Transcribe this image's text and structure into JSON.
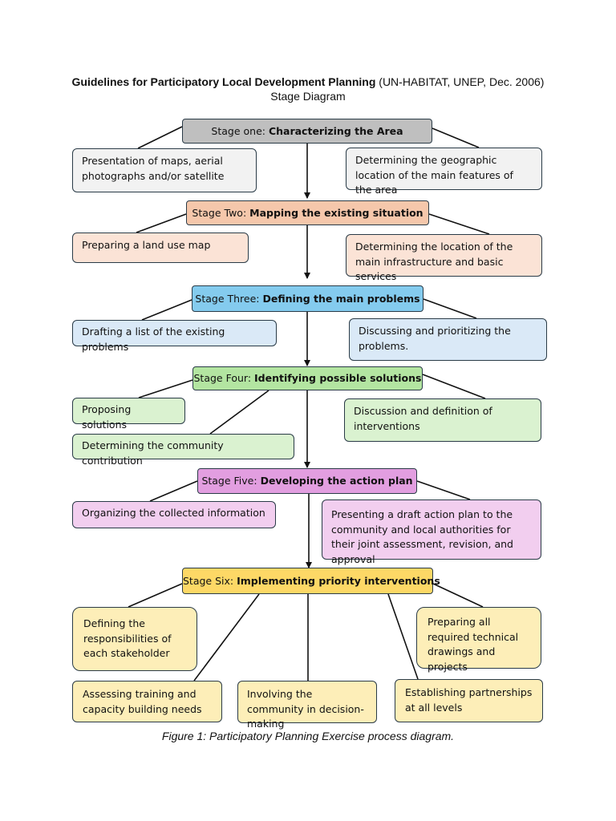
{
  "header": {
    "title_bold": "Guidelines for Participatory Local Development Planning",
    "title_rest": " (UN-HABITAT, UNEP, Dec. 2006)",
    "subtitle": "Stage Diagram"
  },
  "stages": [
    {
      "prefix": "Stage one: ",
      "name": "Characterizing the Area",
      "tasks": [
        "Presentation of maps, aerial photographs and/or satellite",
        "Determining the geographic location of the main features of the area"
      ]
    },
    {
      "prefix": "Stage Two: ",
      "name": "Mapping the existing situation",
      "tasks": [
        "Preparing a land use map",
        "Determining the location of the main infrastructure and basic services"
      ]
    },
    {
      "prefix": "Stage Three: ",
      "name": "Defining the main problems",
      "tasks": [
        "Drafting a list of the existing problems",
        "Discussing and prioritizing the problems."
      ]
    },
    {
      "prefix": "Stage Four: ",
      "name": "Identifying possible solutions",
      "tasks": [
        "Proposing solutions",
        "Discussion and definition of interventions",
        "Determining the community contribution"
      ]
    },
    {
      "prefix": "Stage Five: ",
      "name": "Developing the action plan",
      "tasks": [
        "Organizing the collected information",
        "Presenting a draft action plan to the community and local authorities for their joint assessment, revision, and approval"
      ]
    },
    {
      "prefix": "Stage Six: ",
      "name": "Implementing priority interventions",
      "tasks": [
        "Defining the responsibilities of each stakeholder",
        "Preparing all required technical drawings and projects",
        "Assessing training and capacity building needs",
        "Involving the community in decision-making",
        "Establishing partnerships at all levels"
      ]
    }
  ],
  "caption": "Figure 1: Participatory Planning Exercise process diagram.",
  "colors": {
    "stage_1": "#bfbfbf",
    "task_1": "#f2f2f2",
    "stage_2": "#f5c7ab",
    "task_2": "#fbe3d6",
    "stage_3": "#84cbee",
    "task_3": "#dae9f7",
    "stage_4": "#b3e5a1",
    "task_4": "#daf2d0",
    "stage_5": "#e29ee0",
    "task_5": "#f2ceef",
    "stage_6": "#fdd866",
    "task_6": "#fdeeb8",
    "border": "#2a3b47"
  }
}
